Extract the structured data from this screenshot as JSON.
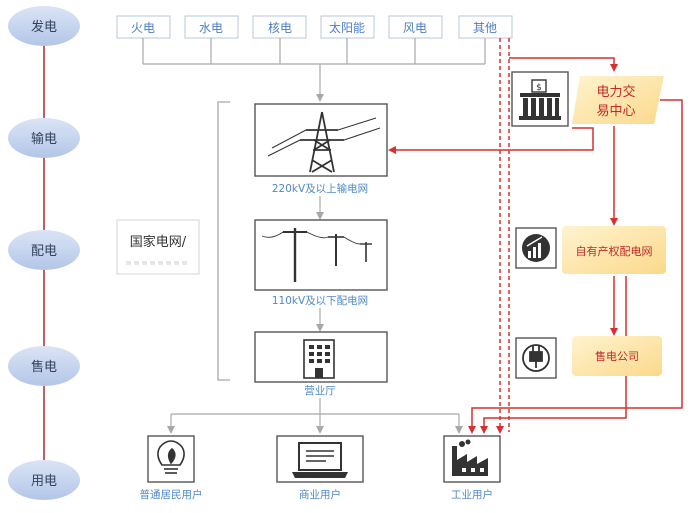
{
  "stages": {
    "generation": "发电",
    "transmission": "输电",
    "distribution": "配电",
    "sales": "售电",
    "consumption": "用电"
  },
  "sources": [
    "火电",
    "水电",
    "核电",
    "太阳能",
    "风电",
    "其他"
  ],
  "grid": {
    "company_label": "国家电网/",
    "transmission_caption": "220kV及以上输电网",
    "distribution_caption": "110kV及以下配电网",
    "hall_caption": "营业厅"
  },
  "market": {
    "trading_center_line1": "电力交",
    "trading_center_line2": "易中心",
    "owned_grid": "自有产权配电网",
    "retail_company": "售电公司"
  },
  "users": {
    "residential": "普通居民用户",
    "commercial": "商业用户",
    "industrial": "工业用户"
  },
  "icons": {
    "trading": "bank-building-icon",
    "owned_grid": "growth-chart-icon",
    "retail": "power-plug-icon"
  },
  "colors": {
    "stage_fill": "#c5d4ee",
    "timeline": "#c06060",
    "source_text": "#4d7ec6",
    "source_border": "#b7c7df",
    "caption_text": "#4f89c8",
    "connector_gray": "#a8a8a8",
    "flow_red": "#d8302e",
    "market_fill": "#fde9b6"
  }
}
